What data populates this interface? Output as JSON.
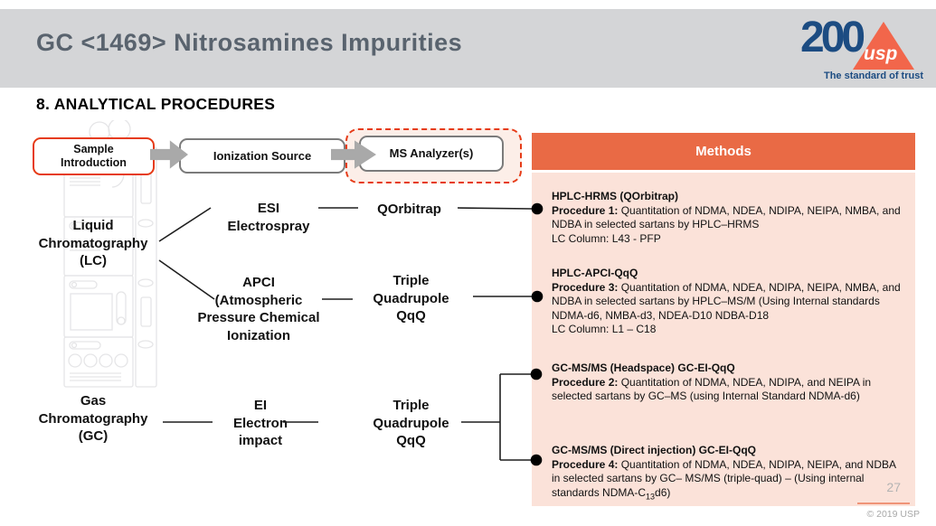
{
  "header": {
    "title": "GC <1469> Nitrosamines Impurities",
    "logo": {
      "big": "200",
      "usp": "usp",
      "tagline": "The standard of trust"
    }
  },
  "section_title": "8. ANALYTICAL PROCEDURES",
  "flow": {
    "sample_introduction": "Sample\nIntroduction",
    "ionization_source": "Ionization Source",
    "ms_analyzer": "MS Analyzer(s)"
  },
  "diagram": {
    "lc": "Liquid\nChromatography\n(LC)",
    "esi": "ESI\nElectrospray",
    "qorbitrap": "QOrbitrap",
    "apci": "APCI\n(Atmospheric\nPressure Chemical\nIonization",
    "triple_quad_top": "Triple\nQuadrupole\nQqQ",
    "gc": "Gas\nChromatography\n(GC)",
    "ei": "EI\nElectron\nimpact",
    "triple_quad_bottom": "Triple\nQuadrupole\nQqQ"
  },
  "methods": {
    "header": "Methods",
    "items": [
      {
        "title": "HPLC-HRMS (QOrbitrap)",
        "label": "Procedure 1:",
        "body": " Quantitation of NDMA, NDEA, NDIPA, NEIPA, NMBA, and NDBA in selected sartans by HPLC–HRMS",
        "extra": "LC Column: L43 - PFP"
      },
      {
        "title": "HPLC-APCI-QqQ",
        "label": "Procedure 3:",
        "body": " Quantitation of NDMA, NDEA, NDIPA, NEIPA, NMBA, and NDBA in selected sartans by HPLC–MS/M (Using Internal standards NDMA-d6, NMBA-d3, NDEA-D10 NDBA-D18",
        "extra": "LC Column: L1 – C18"
      },
      {
        "title": "GC-MS/MS (Headspace) GC-EI-QqQ",
        "label": "Procedure 2:",
        "body": " Quantitation of NDMA, NDEA, NDIPA, and NEIPA in selected sartans by GC–MS (using Internal Standard NDMA-d6)",
        "extra": ""
      },
      {
        "title": "GC-MS/MS (Direct injection) GC-EI-QqQ",
        "label": "Procedure 4:",
        "body": " Quantitation of NDMA, NDEA, NDIPA, NEIPA, and NDBA in selected sartans by GC– MS/MS (triple-quad) – (Using internal standards NDMA-C",
        "body_sub": "13",
        "body_after": "d6)",
        "extra": ""
      }
    ]
  },
  "footer": {
    "page_number": "27",
    "copyright": "© 2019 USP"
  },
  "colors": {
    "accent_red": "#e63b17",
    "methods_orange": "#e96a45",
    "panel_pink": "#fbe2d9",
    "usp_navy": "#1c4c82",
    "usp_orange": "#f2664b",
    "header_gray": "#d4d5d7",
    "arrow_gray": "#a9a9a9",
    "box_border_gray": "#7b7b7b"
  }
}
